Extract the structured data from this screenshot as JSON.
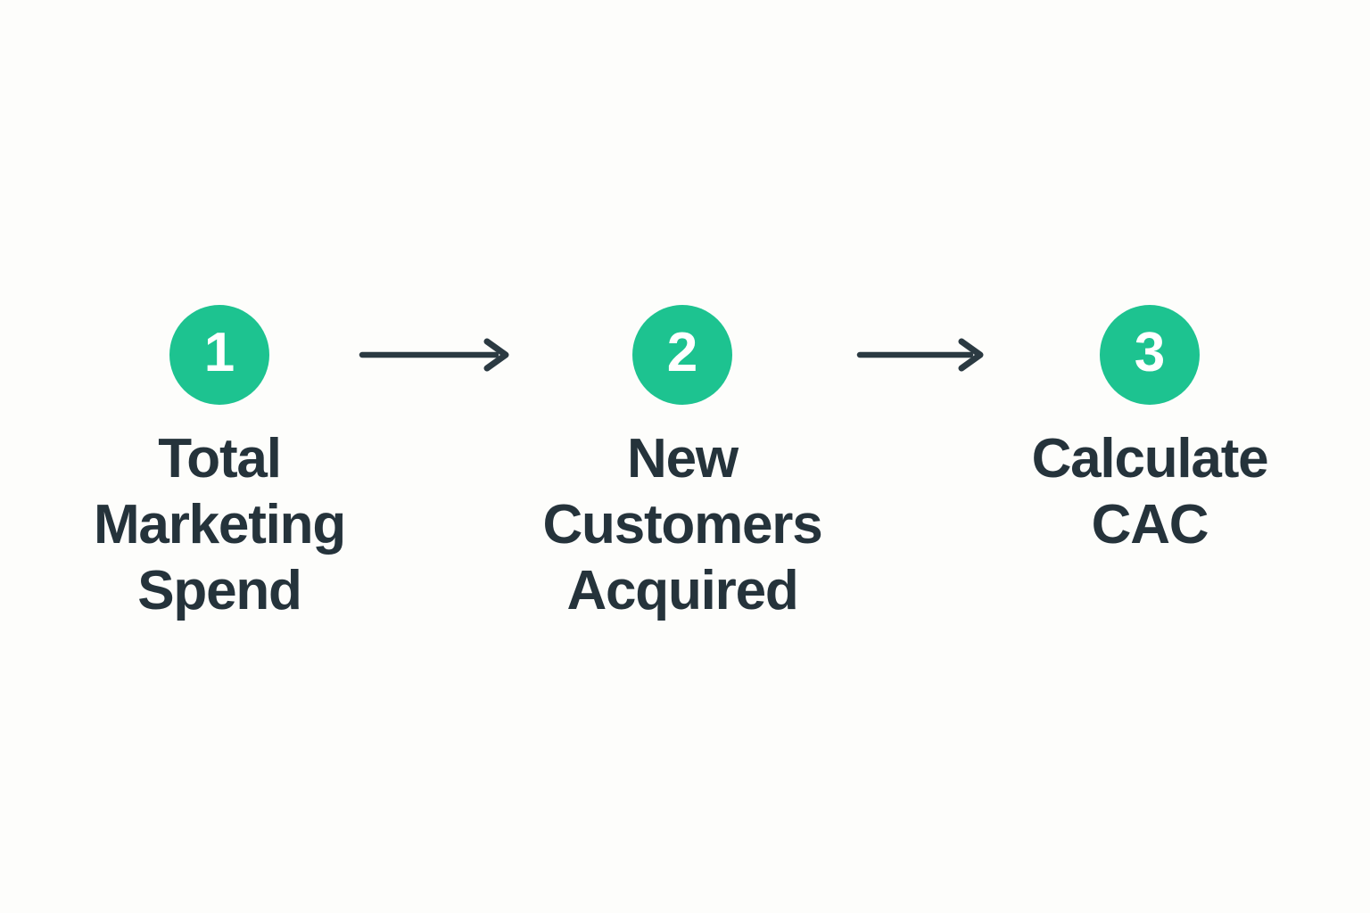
{
  "colors": {
    "green": "#1dc390",
    "text": "#25333b",
    "arrow": "#2b3a42",
    "background": "#fdfdfb",
    "number": "#ffffff"
  },
  "diagram": {
    "type": "process-flow",
    "steps": [
      {
        "number": "1",
        "label": "Total Marketing Spend",
        "lines": [
          "Total",
          "Marketing",
          "Spend"
        ]
      },
      {
        "number": "2",
        "label": "New Customers Acquired",
        "lines": [
          "New",
          "Customers",
          "Acquired"
        ]
      },
      {
        "number": "3",
        "label": "Calculate CAC",
        "lines": [
          "Calculate",
          "CAC"
        ]
      }
    ],
    "connectors": [
      {
        "from": "1",
        "to": "2",
        "style": "right-arrow"
      },
      {
        "from": "2",
        "to": "3",
        "style": "right-arrow"
      }
    ]
  }
}
